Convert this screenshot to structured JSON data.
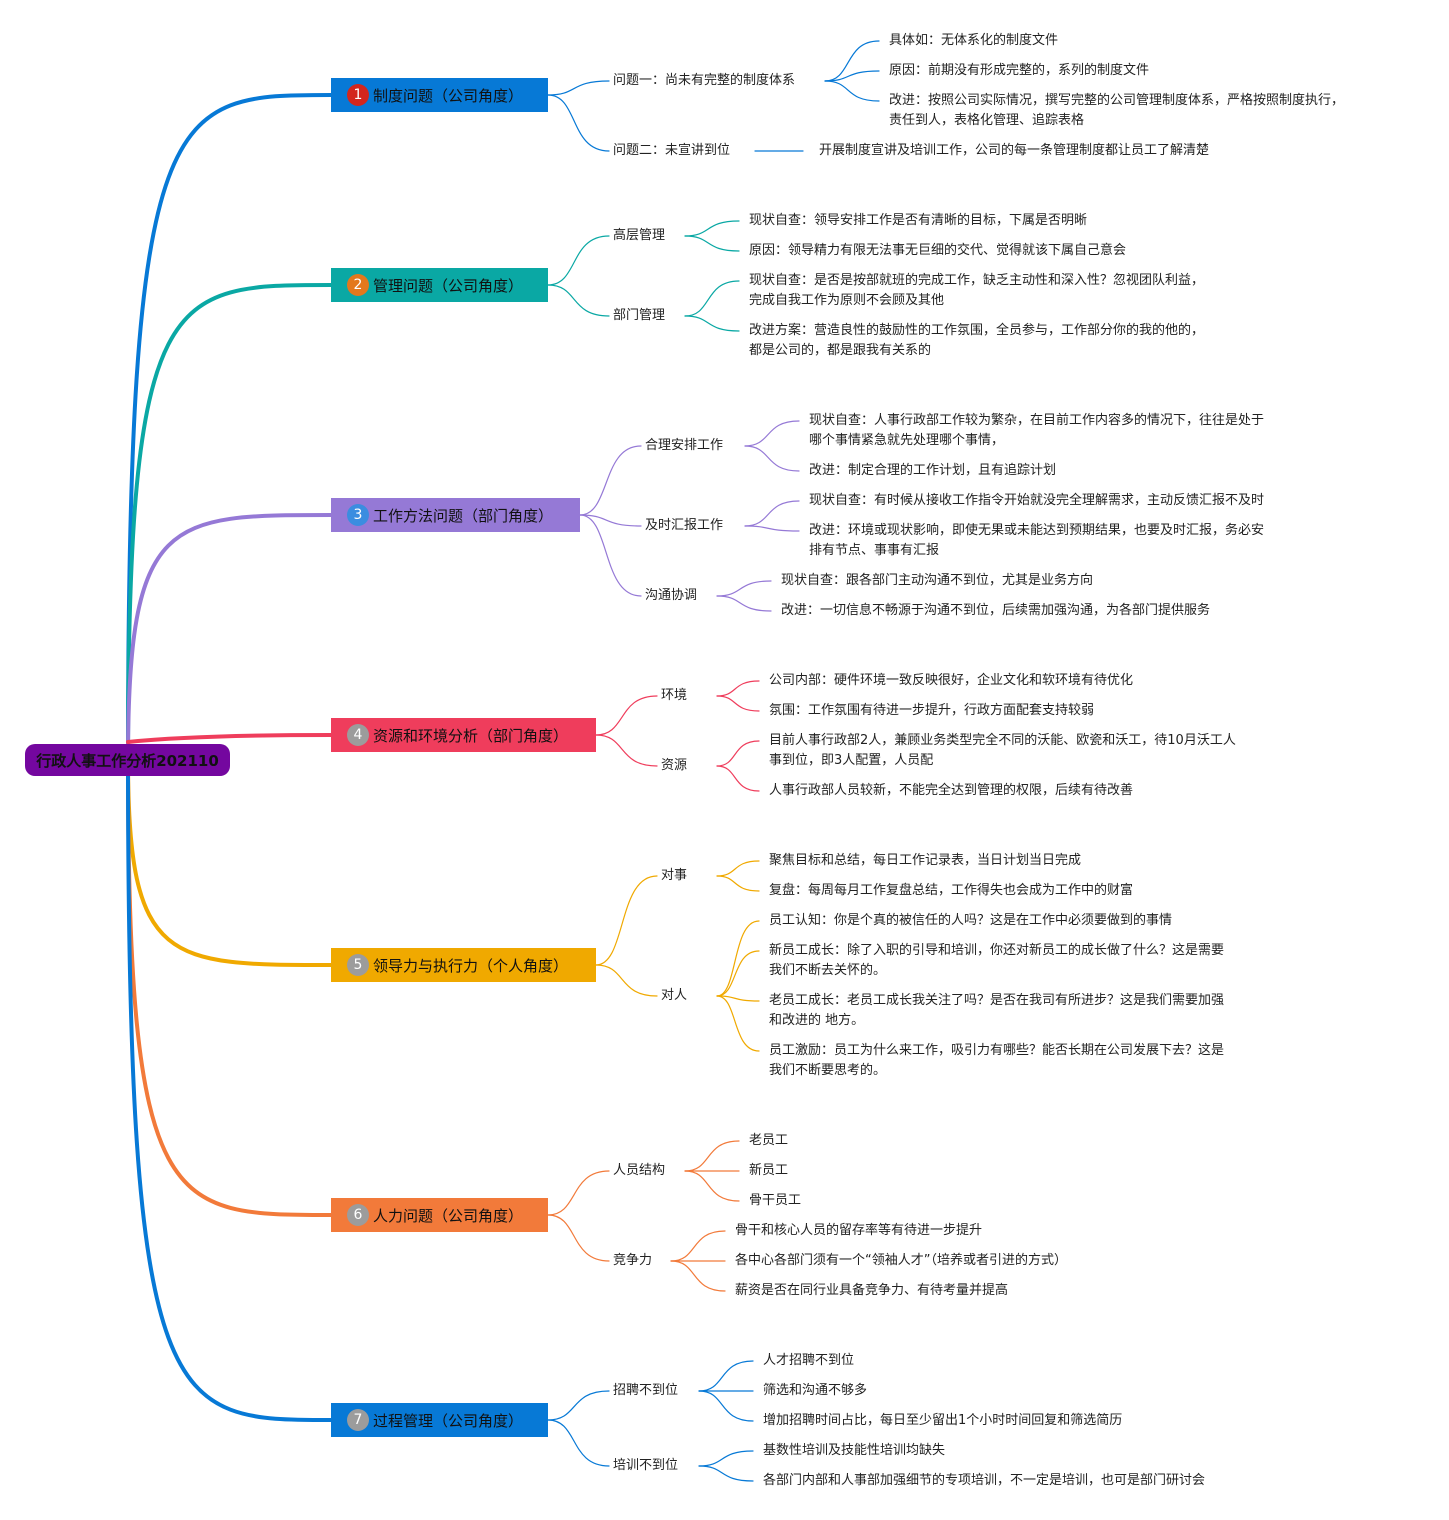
{
  "root": {
    "title": "行政人事工作分析202110",
    "color": "#74079f"
  },
  "branches": [
    {
      "num": "1",
      "title": "制度问题（公司角度）",
      "color": "#0779d6",
      "badge": "#d3261d",
      "subs": [
        {
          "label": "问题一：尚未有完整的制度体系",
          "leaves": [
            "具体如：无体系化的制度文件",
            "原因：前期没有形成完整的，系列的制度文件",
            "改进：按照公司实际情况，撰写完整的公司管理制度体系，严格按照制度执行，\n责任到人，表格化管理、追踪表格"
          ]
        },
        {
          "label": "问题二：未宣讲到位",
          "leaves": [
            "开展制度宣讲及培训工作，公司的每一条管理制度都让员工了解清楚"
          ]
        }
      ]
    },
    {
      "num": "2",
      "title": "管理问题（公司角度）",
      "color": "#0aa8a4",
      "badge": "#e3781c",
      "subs": [
        {
          "label": "高层管理",
          "leaves": [
            "现状自查：领导安排工作是否有清晰的目标，下属是否明晰",
            "原因：领导精力有限无法事无巨细的交代、觉得就该下属自己意会"
          ]
        },
        {
          "label": "部门管理",
          "leaves": [
            "现状自查：是否是按部就班的完成工作，缺乏主动性和深入性？忽视团队利益，\n完成自我工作为原则不会顾及其他",
            "改进方案：营造良性的鼓励性的工作氛围，全员参与，工作部分你的我的他的，\n都是公司的，都是跟我有关系的"
          ]
        }
      ]
    },
    {
      "num": "3",
      "title": "工作方法问题（部门角度）",
      "color": "#9579d6",
      "badge": "#3b8de0",
      "subs": [
        {
          "label": "合理安排工作",
          "leaves": [
            "现状自查：人事行政部工作较为繁杂，在目前工作内容多的情况下，往往是处于\n哪个事情紧急就先处理哪个事情，",
            "改进：制定合理的工作计划，且有追踪计划"
          ]
        },
        {
          "label": "及时汇报工作",
          "leaves": [
            "现状自查：有时候从接收工作指令开始就没完全理解需求，主动反馈汇报不及时",
            "改进：环境或现状影响，即使无果或未能达到预期结果，也要及时汇报，务必安\n排有节点、事事有汇报"
          ]
        },
        {
          "label": "沟通协调",
          "leaves": [
            "现状自查：跟各部门主动沟通不到位，尤其是业务方向",
            "改进：一切信息不畅源于沟通不到位，后续需加强沟通，为各部门提供服务"
          ]
        }
      ]
    },
    {
      "num": "4",
      "title": "资源和环境分析（部门角度）",
      "color": "#ef3d5c",
      "badge": "#9c9c9c",
      "subs": [
        {
          "label": "环境",
          "leaves": [
            "公司内部：硬件环境一致反映很好，企业文化和软环境有待优化",
            "氛围：工作氛围有待进一步提升，行政方面配套支持较弱"
          ]
        },
        {
          "label": "资源",
          "leaves": [
            "目前人事行政部2人，兼顾业务类型完全不同的沃能、欧瓷和沃工，待10月沃工人\n事到位，即3人配置，人员配",
            "人事行政部人员较新，不能完全达到管理的权限，后续有待改善"
          ]
        }
      ]
    },
    {
      "num": "5",
      "title": "领导力与执行力（个人角度）",
      "color": "#f0a900",
      "badge": "#9c9c9c",
      "subs": [
        {
          "label": "对事",
          "leaves": [
            "聚焦目标和总结，每日工作记录表，当日计划当日完成",
            "复盘：每周每月工作复盘总结，工作得失也会成为工作中的财富"
          ]
        },
        {
          "label": "对人",
          "leaves": [
            "员工认知：你是个真的被信任的人吗？这是在工作中必须要做到的事情",
            "新员工成长：除了入职的引导和培训，你还对新员工的成长做了什么？这是需要\n我们不断去关怀的。",
            "老员工成长：老员工成长我关注了吗？是否在我司有所进步？这是我们需要加强\n和改进的 地方。",
            "员工激励：员工为什么来工作，吸引力有哪些？能否长期在公司发展下去？这是\n我们不断要思考的。"
          ]
        }
      ]
    },
    {
      "num": "6",
      "title": "人力问题（公司角度）",
      "color": "#f27a3a",
      "badge": "#9c9c9c",
      "subs": [
        {
          "label": "人员结构",
          "leaves": [
            "老员工",
            "新员工",
            "骨干员工"
          ]
        },
        {
          "label": "竞争力",
          "leaves": [
            "骨干和核心人员的留存率等有待进一步提升",
            "各中心各部门须有一个“领袖人才”（培养或者引进的方式）",
            "薪资是否在同行业具备竞争力、有待考量并提高"
          ]
        }
      ]
    },
    {
      "num": "7",
      "title": "过程管理（公司角度）",
      "color": "#0779d6",
      "badge": "#9c9c9c",
      "subs": [
        {
          "label": "招聘不到位",
          "leaves": [
            "人才招聘不到位",
            "筛选和沟通不够多",
            "增加招聘时间占比，每日至少留出1个小时时间回复和筛选简历"
          ]
        },
        {
          "label": "培训不到位",
          "leaves": [
            "基数性培训及技能性培训均缺失",
            "各部门内部和人事部加强细节的专项培训，不一定是培训，也可是部门研讨会"
          ]
        }
      ]
    }
  ]
}
